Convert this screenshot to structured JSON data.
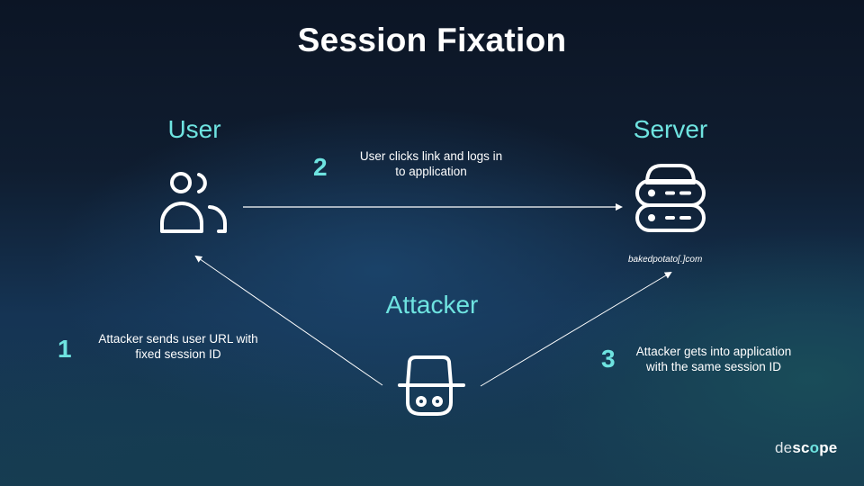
{
  "title": "Session Fixation",
  "nodes": {
    "user": {
      "label": "User",
      "icon": "users-icon"
    },
    "server": {
      "label": "Server",
      "icon": "server-icon",
      "domain": "bakedpotato[.]com"
    },
    "attacker": {
      "label": "Attacker",
      "icon": "spy-hat-icon"
    }
  },
  "steps": [
    {
      "number": "1",
      "line1": "Attacker sends user URL with",
      "line2": "fixed session ID",
      "from": "attacker",
      "to": "user"
    },
    {
      "number": "2",
      "line1": "User clicks link and logs in",
      "line2": "to application",
      "from": "user",
      "to": "server"
    },
    {
      "number": "3",
      "line1": "Attacker gets into application",
      "line2": "with the same session ID",
      "from": "attacker",
      "to": "server"
    }
  ],
  "logo": {
    "part1": "de",
    "part2": "sc",
    "part3": "o",
    "part4": "pe"
  },
  "colors": {
    "accent": "#6ee3e0",
    "text": "#ffffff",
    "background_top": "#0c1525",
    "background_bottom": "#173d52"
  }
}
